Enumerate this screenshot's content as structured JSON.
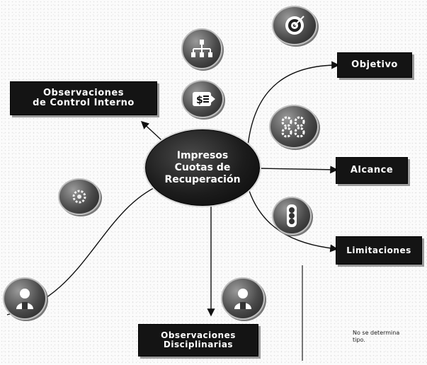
{
  "hub": {
    "line1": "Impresos",
    "line2": "Cuotas de",
    "line3": "Recuperación"
  },
  "boxes": {
    "control_interno": {
      "line1": "Observaciones",
      "line2": "de Control Interno"
    },
    "objetivo": "Objetivo",
    "alcance": "Alcance",
    "limitaciones": "Limitaciones",
    "disciplinarias": {
      "line1": "Observaciones",
      "line2": "Disciplinarias"
    }
  },
  "note": {
    "line1": "No se determina",
    "line2": "tipo."
  },
  "icons": [
    "organization-chart-icon",
    "money-document-icon",
    "target-icon",
    "gears-icon",
    "traffic-light-icon",
    "lightbulb-gear-icon",
    "person-left-icon",
    "person-bottom-icon"
  ]
}
